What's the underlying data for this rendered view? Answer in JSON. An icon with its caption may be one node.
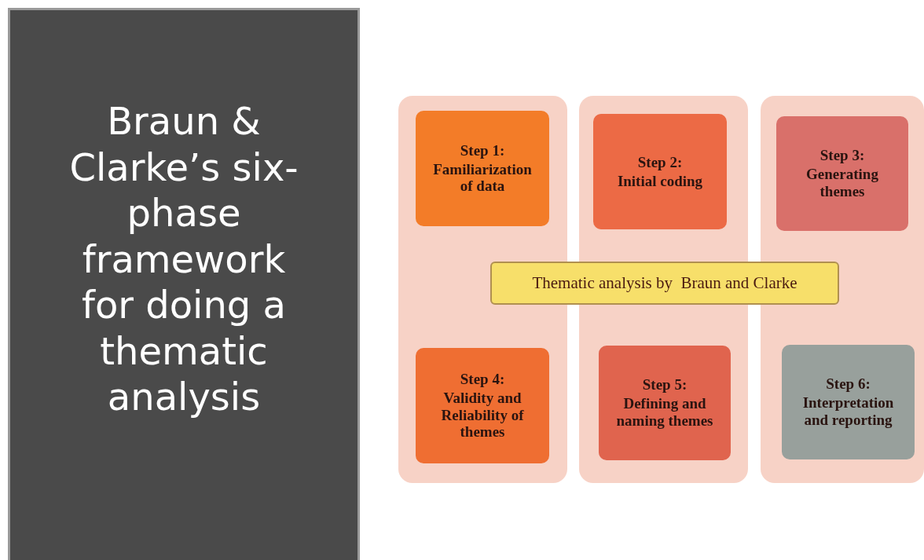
{
  "diagram": {
    "title": "Braun & Clarke’s six-phase framework for doing a thematic analysis",
    "nodes": [
      {
        "text": [],
        "shape": "box"
      },
      {
        "text": [],
        "shape": "box"
      },
      {
        "text": [],
        "shape": "box"
      },
      {
        "text": [
          "Step 1:",
          "Familiarization of data"
        ],
        "in": 0
      },
      {
        "text": [
          "Step 2:",
          "Initial coding"
        ],
        "in": 1
      },
      {
        "text": [
          "Step 3:",
          "Generating themes"
        ],
        "in": 2
      },
      {
        "text": [
          "Step 4:",
          "Validity and Reliability of themes"
        ],
        "in": 0
      },
      {
        "text": [
          "Step 5:",
          "Defining and naming themes"
        ],
        "in": 1
      },
      {
        "text": [
          "Step 6:",
          "Interpretation and reporting"
        ],
        "in": 2
      },
      {
        "text": [
          "Thematic analysis by  Braun and Clarke"
        ]
      }
    ],
    "edges": []
  }
}
